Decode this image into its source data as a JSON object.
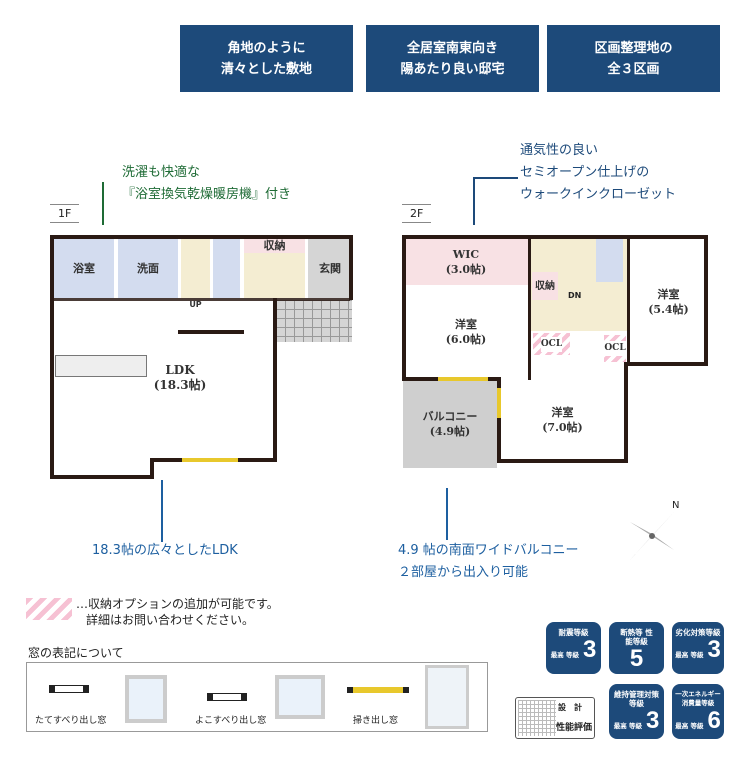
{
  "features": [
    {
      "line1": "角地のように",
      "line2": "清々とした敷地"
    },
    {
      "line1": "全居室南東向き",
      "line2": "陽あたり良い邸宅"
    },
    {
      "line1": "区画整理地の",
      "line2": "全３区画"
    }
  ],
  "floor1": {
    "label": "1F",
    "callout": [
      "洗濯も快適な",
      "『浴室換気乾燥暖房機』付き"
    ],
    "rooms": {
      "bath": "浴室",
      "washroom": "洗面",
      "storage": "収納",
      "entrance": "玄関",
      "ldk": "LDK",
      "ldk_size": "(18.3帖)",
      "stairs": "UP"
    },
    "caption": "18.3帖の広々としたLDK"
  },
  "floor2": {
    "label": "2F",
    "callout": [
      "通気性の良い",
      "セミオープン仕上げの",
      "ウォークインクローゼット"
    ],
    "rooms": {
      "wic": "WIC",
      "wic_size": "(3.0帖)",
      "western1": "洋室",
      "western1_size": "(6.0帖)",
      "western2": "洋室",
      "western2_size": "(5.4帖)",
      "western3": "洋室",
      "western3_size": "(7.0帖)",
      "storage": "収納",
      "stairs": "DN",
      "ocl1": "OCL",
      "ocl2": "OCL",
      "balcony": "バルコニー",
      "balcony_size": "(4.9帖)"
    },
    "caption": [
      "4.9 帖の南面ワイドバルコニー",
      "２部屋から出入り可能"
    ]
  },
  "compass": "N",
  "note": [
    "…収納オプションの追加が可能です。",
    "詳細はお問い合わせください。"
  ],
  "window_legend": {
    "title": "窓の表記について",
    "items": [
      "たてすべり出し窓",
      "よこすべり出し窓",
      "掃き出し窓"
    ]
  },
  "ratings": [
    {
      "title": "耐震等級",
      "prefix": "最高 等級",
      "value": "3"
    },
    {
      "title": "断熱等 性能等級",
      "prefix": "",
      "value": "5"
    },
    {
      "title": "劣化対策等級",
      "prefix": "最高 等級",
      "value": "3"
    },
    {
      "title": "維持管理対策 等級",
      "prefix": "最高 等級",
      "value": "3"
    },
    {
      "title": "一次エネルギー 消費量等級",
      "prefix": "最高 等級",
      "value": "6"
    }
  ],
  "design_eval": {
    "top": "設　計",
    "bottom": "性能評価"
  },
  "colors": {
    "navy": "#1d4a7a",
    "bath_blue": "#d3dcef",
    "stair_beige": "#f4edd2",
    "storage_pink": "#f8e1e4",
    "tile_gray": "#d5d5d5",
    "balcony_gray": "#cfcfcf"
  }
}
